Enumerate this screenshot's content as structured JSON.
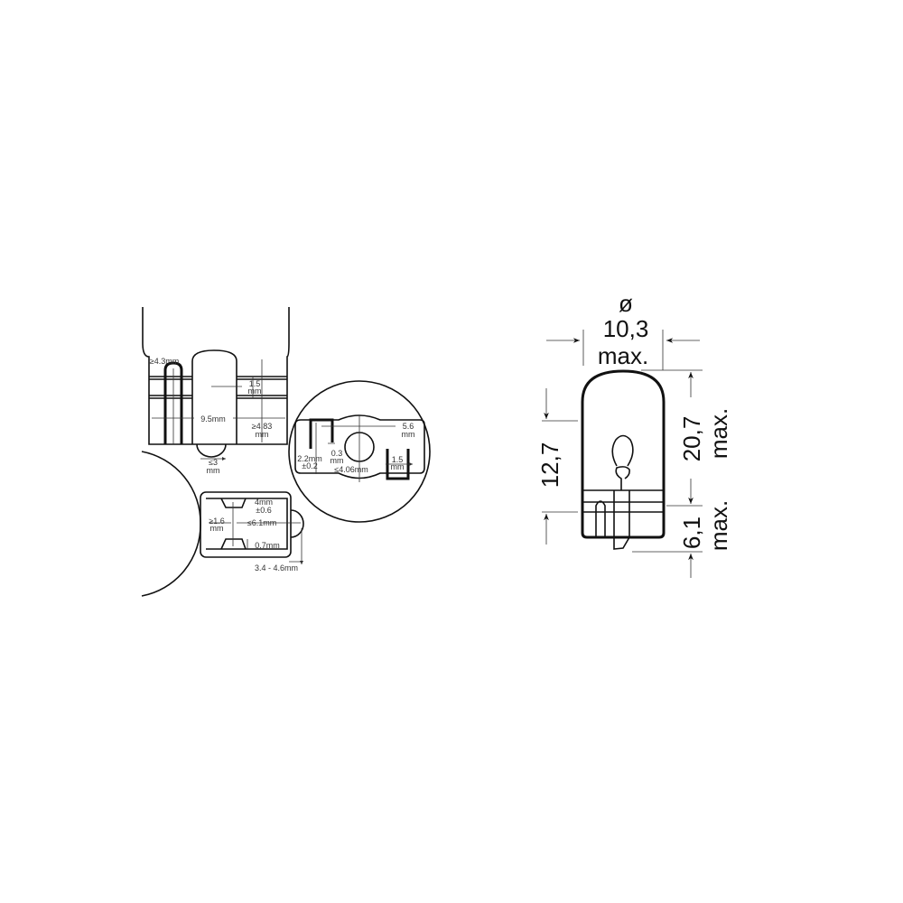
{
  "top_view": {
    "wire_width": "≥4.3mm",
    "groove": [
      "1.5",
      "mm"
    ],
    "base_width": "9.5mm",
    "base_height": [
      "≥4.83",
      "mm"
    ],
    "tip_width": [
      "≤3",
      "mm"
    ]
  },
  "side_view": {
    "contact": [
      "4mm",
      "±0.6"
    ],
    "min_gap": [
      "≥1.6",
      "mm"
    ],
    "base_length": "≤6.1mm",
    "contact_thickness": "0.7mm",
    "nub": "3.4 - 4.6mm"
  },
  "end_view": {
    "spacing": [
      "5.6",
      "mm"
    ],
    "offset": [
      "2.2mm",
      "±0.2"
    ],
    "wire": [
      "0.3",
      "mm"
    ],
    "thickness": "≤4.06mm",
    "wire_width": [
      "1.5",
      "mm"
    ]
  },
  "bulb": {
    "diameter_symbol": "ø",
    "diameter": "10,3",
    "diameter_max": "max.",
    "glass_height": "12,7",
    "total_height": "20,7",
    "total_max": "max.",
    "base_height": "6,1",
    "base_max": "max."
  }
}
